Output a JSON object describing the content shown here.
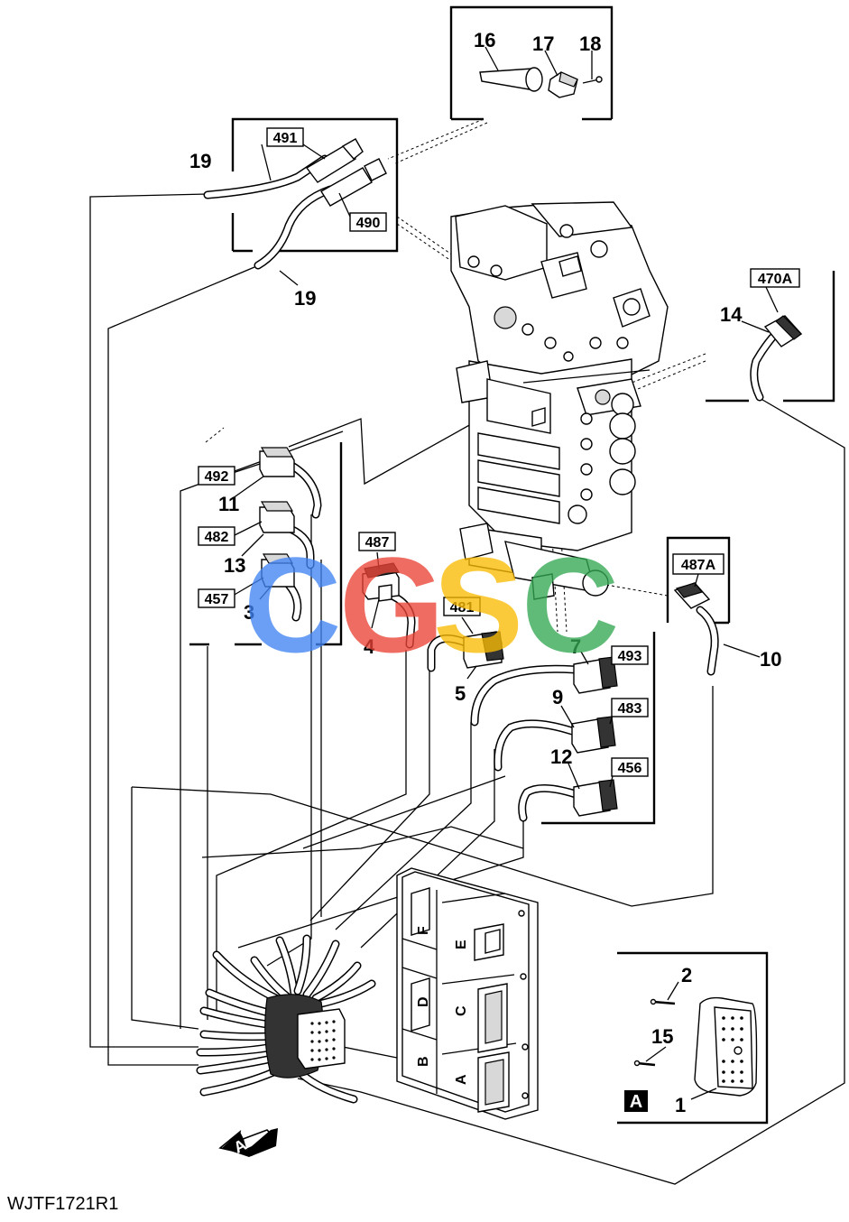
{
  "figure_id": "WJTF1721R1",
  "callouts": {
    "c1": "1",
    "c2": "2",
    "c3": "3",
    "c4": "4",
    "c5": "5",
    "c7": "7",
    "c9": "9",
    "c10": "10",
    "c11": "11",
    "c12": "12",
    "c13": "13",
    "c14": "14",
    "c15": "15",
    "c16": "16",
    "c17": "17",
    "c18": "18",
    "c19a": "19",
    "c19b": "19"
  },
  "connector_labels": {
    "b491": "491",
    "b490": "490",
    "b470A": "470A",
    "b492": "492",
    "b482": "482",
    "b457": "457",
    "b487": "487",
    "b481": "481",
    "b487A": "487A",
    "b493": "493",
    "b483": "483",
    "b456": "456"
  },
  "view_label": "A",
  "view_arrow_label": "A",
  "ecu_sections": {
    "f": "F",
    "e": "E",
    "d": "D",
    "c": "C",
    "b": "B",
    "a": "A"
  },
  "watermark": {
    "letters": [
      "C",
      "G",
      "S",
      "C"
    ],
    "colors": [
      "#4285F4",
      "#EA4335",
      "#FBBC05",
      "#34A853"
    ]
  }
}
